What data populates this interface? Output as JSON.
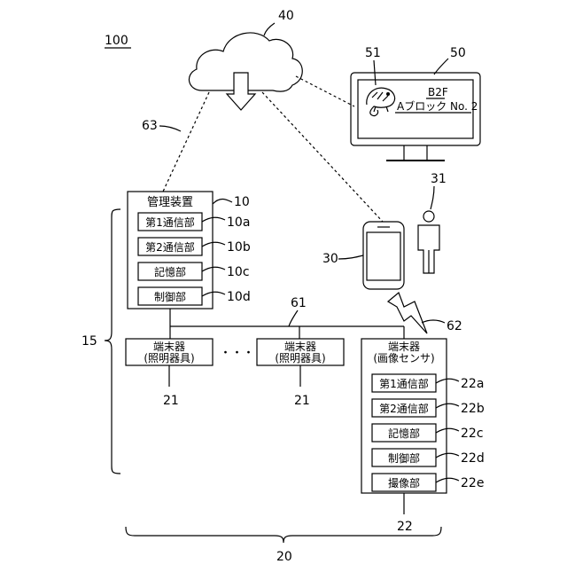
{
  "figure_ref": "100",
  "cloud": {
    "ref": "40"
  },
  "display": {
    "ref": "50",
    "icon_ref": "51",
    "line1": "B2F",
    "line2": "Aブロック No. 2"
  },
  "phone": {
    "ref": "30"
  },
  "person": {
    "ref": "31"
  },
  "links": {
    "cloud_mgmt": "63",
    "bus": "61",
    "wireless": "62"
  },
  "management": {
    "title": "管理装置",
    "ref": "10",
    "units": [
      {
        "label": "第1通信部",
        "ref": "10a"
      },
      {
        "label": "第2通信部",
        "ref": "10b"
      },
      {
        "label": "記憶部",
        "ref": "10c"
      },
      {
        "label": "制御部",
        "ref": "10d"
      }
    ]
  },
  "terminals": [
    {
      "line1": "端末器",
      "line2": "(照明器具)",
      "ref": "21"
    },
    {
      "line1": "端末器",
      "line2": "(照明器具)",
      "ref": "21"
    }
  ],
  "ellipsis": "・・・・・",
  "sensor": {
    "line1": "端末器",
    "line2": "(画像センサ)",
    "ref": "22",
    "units": [
      {
        "label": "第1通信部",
        "ref": "22a"
      },
      {
        "label": "第2通信部",
        "ref": "22b"
      },
      {
        "label": "記憶部",
        "ref": "22c"
      },
      {
        "label": "制御部",
        "ref": "22d"
      },
      {
        "label": "撮像部",
        "ref": "22e"
      }
    ]
  },
  "groups": {
    "left_brace": "15",
    "bottom_brace": "20"
  }
}
